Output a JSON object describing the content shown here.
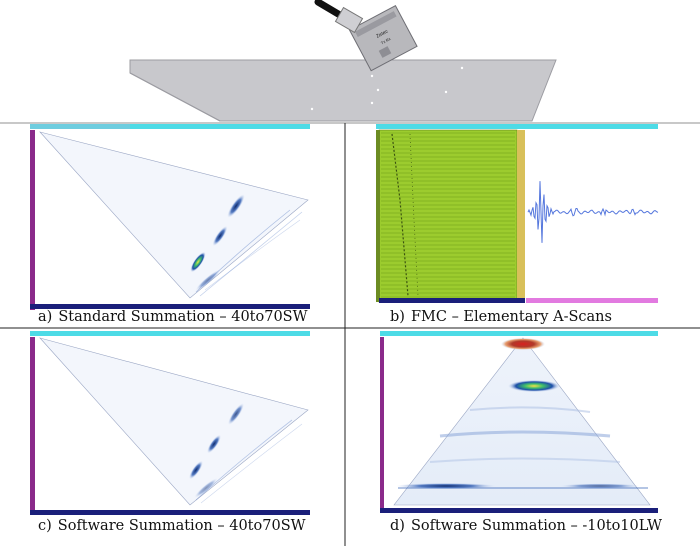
{
  "panels": [
    {
      "id": "a",
      "letter": "a)",
      "caption": "Standard Summation – 40to70SW"
    },
    {
      "id": "b",
      "letter": "b)",
      "caption": "FMC – Elementary A-Scans"
    },
    {
      "id": "c",
      "letter": "c)",
      "caption": "Software Summation – 40to70SW"
    },
    {
      "id": "d",
      "letter": "d)",
      "caption": "Software Summation – -10to10LW"
    }
  ],
  "probe": {
    "text_top": "Zetec",
    "text_bottom": "Tx  Rx"
  },
  "colors": {
    "wedge": "#c8c8cc",
    "cyan_bar": "#4ddbe6",
    "purple_axis": "#8a2a8a",
    "navy_axis": "#1a1f7a",
    "green_fmc": "#9ccc2e",
    "ascan_trace": "#5577dd",
    "pink_axis": "#e27ae0",
    "echo_dark": "#0d2a6e"
  }
}
